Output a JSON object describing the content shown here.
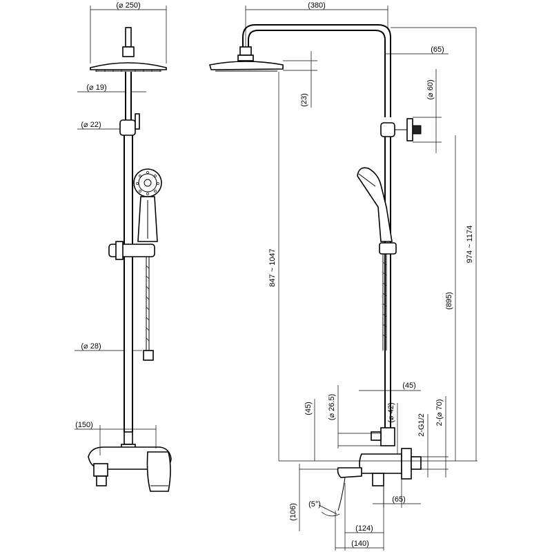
{
  "front_view": {
    "dims": {
      "head_diameter": "(⌀ 250)",
      "top_pipe": "(⌀ 19)",
      "holder": "(⌀ 22)",
      "lower_pipe": "(⌀ 28)",
      "mixer_width": "(150)"
    }
  },
  "side_view": {
    "dims": {
      "arm_reach": "(380)",
      "arm_offset": "(65)",
      "head_thickness": "(23)",
      "bracket_dia": "(⌀ 60)",
      "height_range_a": "847 ~ 1047",
      "height_range_b": "974 ~ 1174",
      "height_mid": "(895)",
      "sleeve_offset": "(45)",
      "pipe_dia": "(⌀ 26.5)",
      "pipe_h": "(45)",
      "body_dia": "(⌀ 42)",
      "thread": "2-G1/2",
      "flange": "2-(⌀ 70)",
      "wall_offset": "(65)",
      "angle": "(5°)",
      "spout_h": "(106)",
      "spout_reach": "(124)",
      "total_depth": "(140)"
    }
  }
}
